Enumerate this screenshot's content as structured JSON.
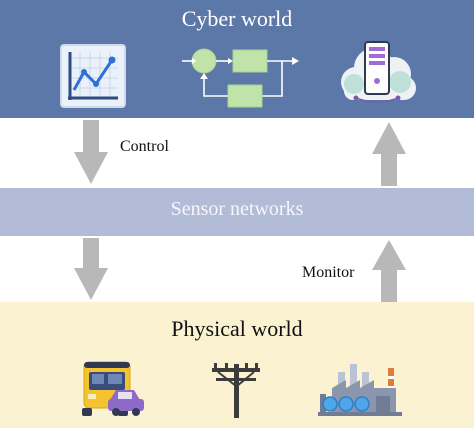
{
  "layers": {
    "cyber": {
      "title": "Cyber world",
      "color": "#5b78a8"
    },
    "sensor": {
      "title": "Sensor networks",
      "color": "#b3bcd6"
    },
    "physical": {
      "title": "Physical world",
      "color": "#fbf2d2"
    }
  },
  "arrows": {
    "control": {
      "label": "Control",
      "direction": "down"
    },
    "monitor": {
      "label": "Monitor",
      "direction": "up"
    },
    "color": "#b8b8b8"
  },
  "icons": {
    "cyber": [
      "line-chart-icon",
      "control-loop-diagram-icon",
      "cloud-server-icon"
    ],
    "physical": [
      "bus-and-car-icon",
      "power-pole-icon",
      "factory-icon"
    ]
  }
}
